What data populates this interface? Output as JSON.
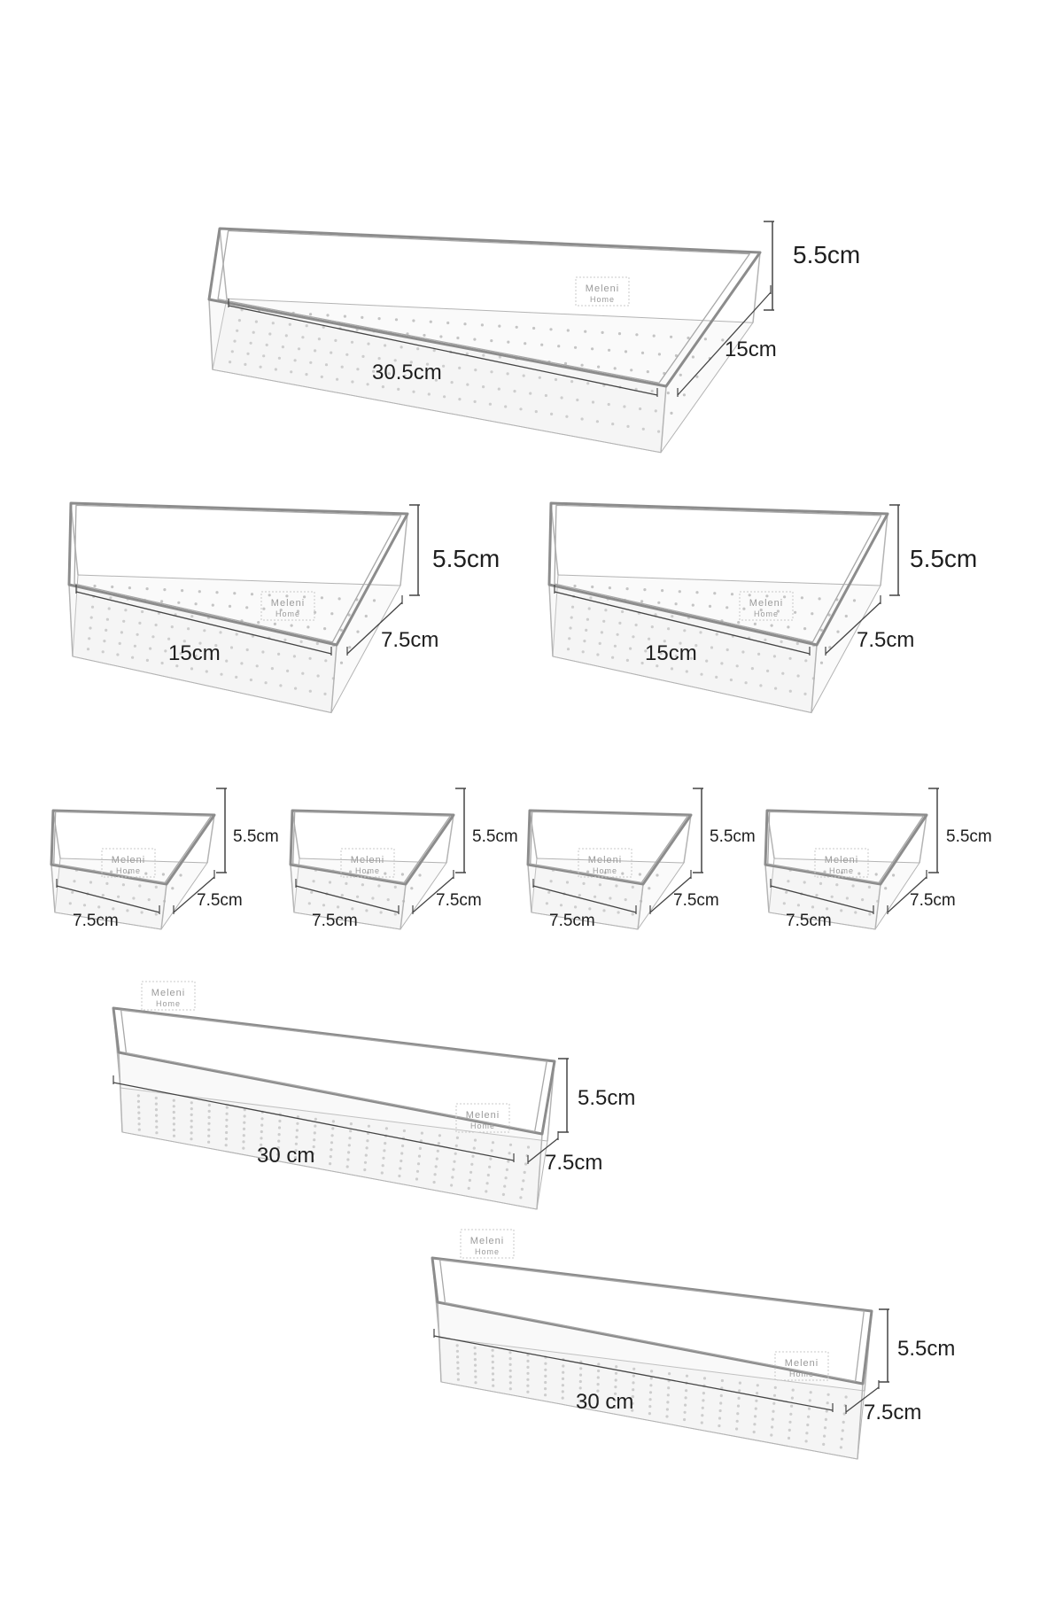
{
  "watermark": {
    "brand": "Meleni",
    "sub": "Home"
  },
  "colors": {
    "outline": "#b4b4b4",
    "rim": "#8c8c8c",
    "dots": "#c4c4c4",
    "dim_line": "#444444",
    "text": "#1e1e1e"
  },
  "organizers": [
    {
      "label_length": "30.5cm",
      "label_depth": "15cm",
      "label_height": "5.5cm"
    },
    {
      "label_length": "15cm",
      "label_depth": "7.5cm",
      "label_height": "5.5cm"
    },
    {
      "label_length": "15cm",
      "label_depth": "7.5cm",
      "label_height": "5.5cm"
    },
    {
      "label_length": "7.5cm",
      "label_depth": "7.5cm",
      "label_height": "5.5cm"
    },
    {
      "label_length": "7.5cm",
      "label_depth": "7.5cm",
      "label_height": "5.5cm"
    },
    {
      "label_length": "7.5cm",
      "label_depth": "7.5cm",
      "label_height": "5.5cm"
    },
    {
      "label_length": "7.5cm",
      "label_depth": "7.5cm",
      "label_height": "5.5cm"
    },
    {
      "label_length": "30 cm",
      "label_depth": "7.5cm",
      "label_height": "5.5cm"
    },
    {
      "label_length": "30 cm",
      "label_depth": "7.5cm",
      "label_height": "5.5cm"
    }
  ]
}
